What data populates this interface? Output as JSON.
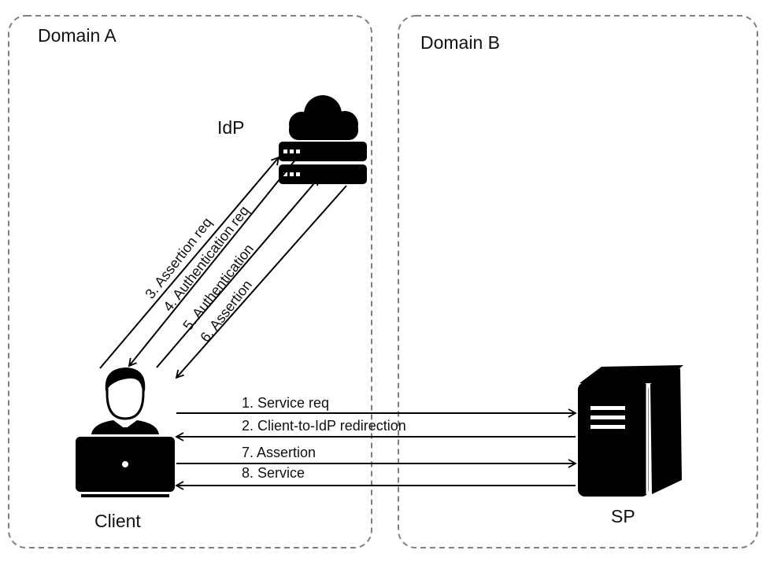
{
  "domains": [
    {
      "label": "Domain A"
    },
    {
      "label": "Domain B"
    }
  ],
  "nodes": {
    "idp": {
      "label": "IdP",
      "icon": "cloud-server-icon"
    },
    "client": {
      "label": "Client",
      "icon": "user-laptop-icon"
    },
    "sp": {
      "label": "SP",
      "icon": "server-tower-icon"
    }
  },
  "flows": {
    "service_req": "1. Service req",
    "redirection": "2. Client-to-IdP redirection",
    "assertion_req": "3. Assertion req",
    "authentication_req": "4. Authentication req",
    "authentication": "5. Authentication",
    "assertion_idp": "6. Assertion",
    "assertion_sp": "7. Assertion",
    "service": "8. Service"
  },
  "colors": {
    "ink": "#000000",
    "border": "#808080",
    "background": "#ffffff"
  }
}
